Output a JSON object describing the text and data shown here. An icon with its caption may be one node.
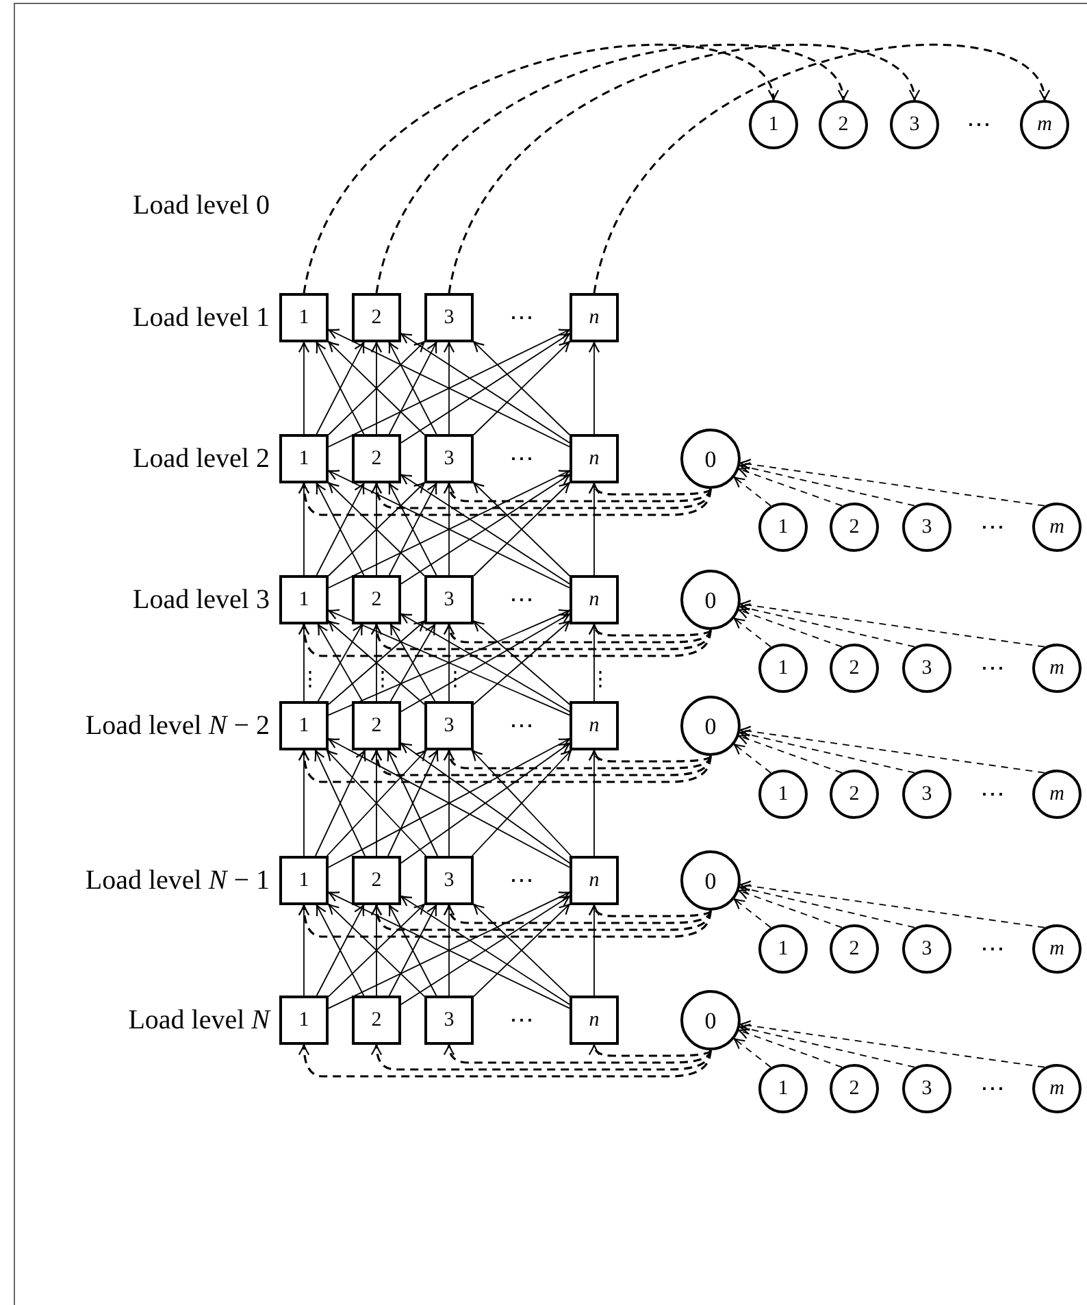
{
  "diagram": {
    "nodes": [
      {
        "text": [
          "1"
        ]
      },
      {
        "text": [
          "2"
        ]
      },
      {
        "text": [
          "3"
        ]
      },
      {
        "text": [
          "m"
        ]
      },
      {
        "text": [
          "1"
        ]
      },
      {
        "text": [
          "2"
        ]
      },
      {
        "text": [
          "3"
        ]
      },
      {
        "text": [
          "n"
        ]
      },
      {
        "text": [
          "1"
        ]
      },
      {
        "text": [
          "2"
        ]
      },
      {
        "text": [
          "3"
        ]
      },
      {
        "text": [
          "n"
        ]
      },
      {
        "text": [
          "0"
        ]
      },
      {
        "text": [
          "1"
        ]
      },
      {
        "text": [
          "2"
        ]
      },
      {
        "text": [
          "3"
        ]
      },
      {
        "text": [
          "m"
        ]
      },
      {
        "text": [
          "1"
        ]
      },
      {
        "text": [
          "2"
        ]
      },
      {
        "text": [
          "3"
        ]
      },
      {
        "text": [
          "n"
        ]
      },
      {
        "text": [
          "0"
        ]
      },
      {
        "text": [
          "1"
        ]
      },
      {
        "text": [
          "2"
        ]
      },
      {
        "text": [
          "3"
        ]
      },
      {
        "text": [
          "m"
        ]
      },
      {
        "text": [
          "1"
        ]
      },
      {
        "text": [
          "2"
        ]
      },
      {
        "text": [
          "3"
        ]
      },
      {
        "text": [
          "n"
        ]
      },
      {
        "text": [
          "0"
        ]
      },
      {
        "text": [
          "1"
        ]
      },
      {
        "text": [
          "2"
        ]
      },
      {
        "text": [
          "3"
        ]
      },
      {
        "text": [
          "m"
        ]
      },
      {
        "text": [
          "1"
        ]
      },
      {
        "text": [
          "2"
        ]
      },
      {
        "text": [
          "3"
        ]
      },
      {
        "text": [
          "n"
        ]
      },
      {
        "text": [
          "0"
        ]
      },
      {
        "text": [
          "1"
        ]
      },
      {
        "text": [
          "2"
        ]
      },
      {
        "text": [
          "3"
        ]
      },
      {
        "text": [
          "m"
        ]
      },
      {
        "text": [
          "1"
        ]
      },
      {
        "text": [
          "2"
        ]
      },
      {
        "text": [
          "3"
        ]
      },
      {
        "text": [
          "n"
        ]
      },
      {
        "text": [
          "0"
        ]
      },
      {
        "text": [
          "1"
        ]
      },
      {
        "text": [
          "2"
        ]
      },
      {
        "text": [
          "3"
        ]
      },
      {
        "text": [
          "m"
        ]
      }
    ],
    "edges": [
      {
        "from": 4,
        "to": 0,
        "arrow": "to",
        "style": "dashed"
      },
      {
        "from": 5,
        "to": 1,
        "arrow": "to",
        "style": "dashed"
      },
      {
        "from": 6,
        "to": 2,
        "arrow": "to",
        "style": "dashed"
      },
      {
        "from": 7,
        "to": 3,
        "arrow": "to",
        "style": "dashed"
      },
      {
        "from": 8,
        "to": 4,
        "arrow": "to"
      },
      {
        "from": 8,
        "to": 5,
        "arrow": "to"
      },
      {
        "from": 8,
        "to": 6,
        "arrow": "to"
      },
      {
        "from": 8,
        "to": 7,
        "arrow": "to"
      },
      {
        "from": 9,
        "to": 4,
        "arrow": "to"
      },
      {
        "from": 9,
        "to": 5,
        "arrow": "to"
      },
      {
        "from": 9,
        "to": 6,
        "arrow": "to"
      },
      {
        "from": 9,
        "to": 7,
        "arrow": "to"
      },
      {
        "from": 10,
        "to": 4,
        "arrow": "to"
      },
      {
        "from": 10,
        "to": 5,
        "arrow": "to"
      },
      {
        "from": 10,
        "to": 6,
        "arrow": "to"
      },
      {
        "from": 10,
        "to": 7,
        "arrow": "to"
      },
      {
        "from": 11,
        "to": 4,
        "arrow": "to"
      },
      {
        "from": 11,
        "to": 5,
        "arrow": "to"
      },
      {
        "from": 11,
        "to": 6,
        "arrow": "to"
      },
      {
        "from": 11,
        "to": 7,
        "arrow": "to"
      },
      {
        "from": 17,
        "to": 8,
        "arrow": "to"
      },
      {
        "from": 17,
        "to": 9,
        "arrow": "to"
      },
      {
        "from": 17,
        "to": 10,
        "arrow": "to"
      },
      {
        "from": 17,
        "to": 11,
        "arrow": "to"
      },
      {
        "from": 18,
        "to": 8,
        "arrow": "to"
      },
      {
        "from": 18,
        "to": 9,
        "arrow": "to"
      },
      {
        "from": 18,
        "to": 10,
        "arrow": "to"
      },
      {
        "from": 18,
        "to": 11,
        "arrow": "to"
      },
      {
        "from": 19,
        "to": 8,
        "arrow": "to"
      },
      {
        "from": 19,
        "to": 9,
        "arrow": "to"
      },
      {
        "from": 19,
        "to": 10,
        "arrow": "to"
      },
      {
        "from": 19,
        "to": 11,
        "arrow": "to"
      },
      {
        "from": 20,
        "to": 8,
        "arrow": "to"
      },
      {
        "from": 20,
        "to": 9,
        "arrow": "to"
      },
      {
        "from": 20,
        "to": 10,
        "arrow": "to"
      },
      {
        "from": 20,
        "to": 11,
        "arrow": "to"
      },
      {
        "from": 26,
        "to": 17,
        "arrow": "to"
      },
      {
        "from": 26,
        "to": 18,
        "arrow": "to"
      },
      {
        "from": 26,
        "to": 19,
        "arrow": "to"
      },
      {
        "from": 26,
        "to": 20,
        "arrow": "to"
      },
      {
        "from": 27,
        "to": 17,
        "arrow": "to"
      },
      {
        "from": 27,
        "to": 18,
        "arrow": "to"
      },
      {
        "from": 27,
        "to": 19,
        "arrow": "to"
      },
      {
        "from": 27,
        "to": 20,
        "arrow": "to"
      },
      {
        "from": 28,
        "to": 17,
        "arrow": "to"
      },
      {
        "from": 28,
        "to": 18,
        "arrow": "to"
      },
      {
        "from": 28,
        "to": 19,
        "arrow": "to"
      },
      {
        "from": 28,
        "to": 20,
        "arrow": "to"
      },
      {
        "from": 29,
        "to": 17,
        "arrow": "to"
      },
      {
        "from": 29,
        "to": 18,
        "arrow": "to"
      },
      {
        "from": 29,
        "to": 19,
        "arrow": "to"
      },
      {
        "from": 29,
        "to": 20,
        "arrow": "to"
      },
      {
        "from": 35,
        "to": 26,
        "arrow": "to"
      },
      {
        "from": 35,
        "to": 27,
        "arrow": "to"
      },
      {
        "from": 35,
        "to": 28,
        "arrow": "to"
      },
      {
        "from": 35,
        "to": 29,
        "arrow": "to"
      },
      {
        "from": 36,
        "to": 26,
        "arrow": "to"
      },
      {
        "from": 36,
        "to": 27,
        "arrow": "to"
      },
      {
        "from": 36,
        "to": 28,
        "arrow": "to"
      },
      {
        "from": 36,
        "to": 29,
        "arrow": "to"
      },
      {
        "from": 37,
        "to": 26,
        "arrow": "to"
      },
      {
        "from": 37,
        "to": 27,
        "arrow": "to"
      },
      {
        "from": 37,
        "to": 28,
        "arrow": "to"
      },
      {
        "from": 37,
        "to": 29,
        "arrow": "to"
      },
      {
        "from": 38,
        "to": 26,
        "arrow": "to"
      },
      {
        "from": 38,
        "to": 27,
        "arrow": "to"
      },
      {
        "from": 38,
        "to": 28,
        "arrow": "to"
      },
      {
        "from": 38,
        "to": 29,
        "arrow": "to"
      },
      {
        "from": 44,
        "to": 35,
        "arrow": "to"
      },
      {
        "from": 44,
        "to": 36,
        "arrow": "to"
      },
      {
        "from": 44,
        "to": 37,
        "arrow": "to"
      },
      {
        "from": 44,
        "to": 38,
        "arrow": "to"
      },
      {
        "from": 45,
        "to": 35,
        "arrow": "to"
      },
      {
        "from": 45,
        "to": 36,
        "arrow": "to"
      },
      {
        "from": 45,
        "to": 37,
        "arrow": "to"
      },
      {
        "from": 45,
        "to": 38,
        "arrow": "to"
      },
      {
        "from": 46,
        "to": 35,
        "arrow": "to"
      },
      {
        "from": 46,
        "to": 36,
        "arrow": "to"
      },
      {
        "from": 46,
        "to": 37,
        "arrow": "to"
      },
      {
        "from": 46,
        "to": 38,
        "arrow": "to"
      },
      {
        "from": 47,
        "to": 35,
        "arrow": "to"
      },
      {
        "from": 47,
        "to": 36,
        "arrow": "to"
      },
      {
        "from": 47,
        "to": 37,
        "arrow": "to"
      },
      {
        "from": 47,
        "to": 38,
        "arrow": "to"
      },
      {
        "from": 12,
        "to": 8,
        "arrow": "to",
        "style": "dashed"
      },
      {
        "from": 12,
        "to": 9,
        "arrow": "to",
        "style": "dashed"
      },
      {
        "from": 12,
        "to": 10,
        "arrow": "to",
        "style": "dashed"
      },
      {
        "from": 12,
        "to": 11,
        "arrow": "to",
        "style": "dashed"
      },
      {
        "from": 13,
        "to": 12,
        "arrow": "to",
        "style": "dashed"
      },
      {
        "from": 14,
        "to": 12,
        "arrow": "to",
        "style": "dashed"
      },
      {
        "from": 15,
        "to": 12,
        "arrow": "to",
        "style": "dashed"
      },
      {
        "from": 16,
        "to": 12,
        "arrow": "to",
        "style": "dashed"
      },
      {
        "from": 21,
        "to": 17,
        "arrow": "to",
        "style": "dashed"
      },
      {
        "from": 21,
        "to": 18,
        "arrow": "to",
        "style": "dashed"
      },
      {
        "from": 21,
        "to": 19,
        "arrow": "to",
        "style": "dashed"
      },
      {
        "from": 21,
        "to": 20,
        "arrow": "to",
        "style": "dashed"
      },
      {
        "from": 22,
        "to": 21,
        "arrow": "to",
        "style": "dashed"
      },
      {
        "from": 23,
        "to": 21,
        "arrow": "to",
        "style": "dashed"
      },
      {
        "from": 24,
        "to": 21,
        "arrow": "to",
        "style": "dashed"
      },
      {
        "from": 25,
        "to": 21,
        "arrow": "to",
        "style": "dashed"
      },
      {
        "from": 30,
        "to": 26,
        "arrow": "to",
        "style": "dashed"
      },
      {
        "from": 30,
        "to": 27,
        "arrow": "to",
        "style": "dashed"
      },
      {
        "from": 30,
        "to": 28,
        "arrow": "to",
        "style": "dashed"
      },
      {
        "from": 30,
        "to": 29,
        "arrow": "to",
        "style": "dashed"
      },
      {
        "from": 31,
        "to": 30,
        "arrow": "to",
        "style": "dashed"
      },
      {
        "from": 32,
        "to": 30,
        "arrow": "to",
        "style": "dashed"
      },
      {
        "from": 33,
        "to": 30,
        "arrow": "to",
        "style": "dashed"
      },
      {
        "from": 34,
        "to": 30,
        "arrow": "to",
        "style": "dashed"
      },
      {
        "from": 39,
        "to": 35,
        "arrow": "to",
        "style": "dashed"
      },
      {
        "from": 39,
        "to": 36,
        "arrow": "to",
        "style": "dashed"
      },
      {
        "from": 39,
        "to": 37,
        "arrow": "to",
        "style": "dashed"
      },
      {
        "from": 39,
        "to": 38,
        "arrow": "to",
        "style": "dashed"
      },
      {
        "from": 40,
        "to": 39,
        "arrow": "to",
        "style": "dashed"
      },
      {
        "from": 41,
        "to": 39,
        "arrow": "to",
        "style": "dashed"
      },
      {
        "from": 42,
        "to": 39,
        "arrow": "to",
        "style": "dashed"
      },
      {
        "from": 43,
        "to": 39,
        "arrow": "to",
        "style": "dashed"
      },
      {
        "from": 48,
        "to": 44,
        "arrow": "to",
        "style": "dashed"
      },
      {
        "from": 48,
        "to": 45,
        "arrow": "to",
        "style": "dashed"
      },
      {
        "from": 48,
        "to": 46,
        "arrow": "to",
        "style": "dashed"
      },
      {
        "from": 48,
        "to": 47,
        "arrow": "to",
        "style": "dashed"
      },
      {
        "from": 49,
        "to": 48,
        "arrow": "to",
        "style": "dashed"
      },
      {
        "from": 50,
        "to": 48,
        "arrow": "to",
        "style": "dashed"
      },
      {
        "from": 51,
        "to": 48,
        "arrow": "to",
        "style": "dashed"
      },
      {
        "from": 52,
        "to": 48,
        "arrow": "to",
        "style": "dashed"
      }
    ],
    "labels": [
      "⋯",
      "Load level 0",
      "Load level 1",
      "⋯",
      "Load level 2",
      "⋯",
      "⋯",
      "Load level 3",
      "⋯",
      "⋮",
      "⋮",
      "⋮",
      "⋮",
      "⋯",
      "Load level *N* − 2",
      "⋯",
      "⋯",
      "Load level *N* − 1",
      "⋯",
      "⋯",
      "Load level *N*",
      "⋯",
      "⋯"
    ]
  }
}
